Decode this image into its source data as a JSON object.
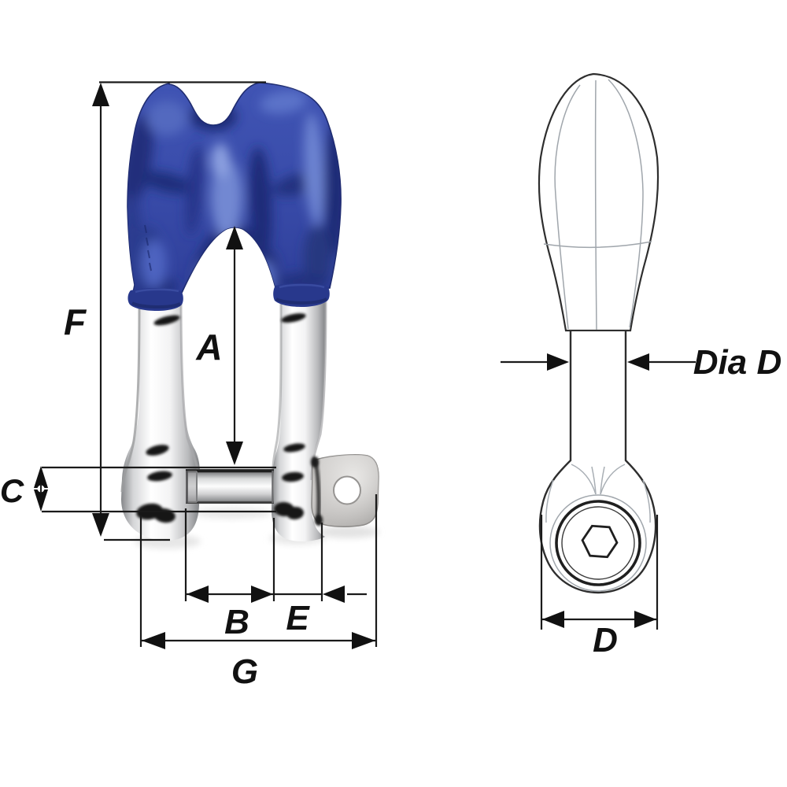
{
  "diagram": {
    "type": "technical-dimension-drawing",
    "subject": "shackle with blue thimble, two views with dimension callouts",
    "views": {
      "front": {
        "name": "front-view-shaded-shackle"
      },
      "side": {
        "name": "side-view-outline"
      }
    },
    "dimensions": {
      "F": {
        "label": "F"
      },
      "A": {
        "label": "A"
      },
      "C": {
        "label": "C"
      },
      "B": {
        "label": "B"
      },
      "E": {
        "label": "E"
      },
      "G": {
        "label": "G"
      },
      "diaD": {
        "label": "Dia D"
      },
      "D": {
        "label": "D"
      }
    },
    "colors": {
      "thimble_blue": "#3a4dab",
      "thimble_blue_dark": "#22307c",
      "thimble_blue_light": "#7e94da",
      "metal_light": "#ffffff",
      "metal_mid": "#c9cacb",
      "metal_dark": "#8a8b8e",
      "dimension_line": "#1c1c1c",
      "outline_gray": "#9aa0a8",
      "background": "#ffffff"
    }
  }
}
